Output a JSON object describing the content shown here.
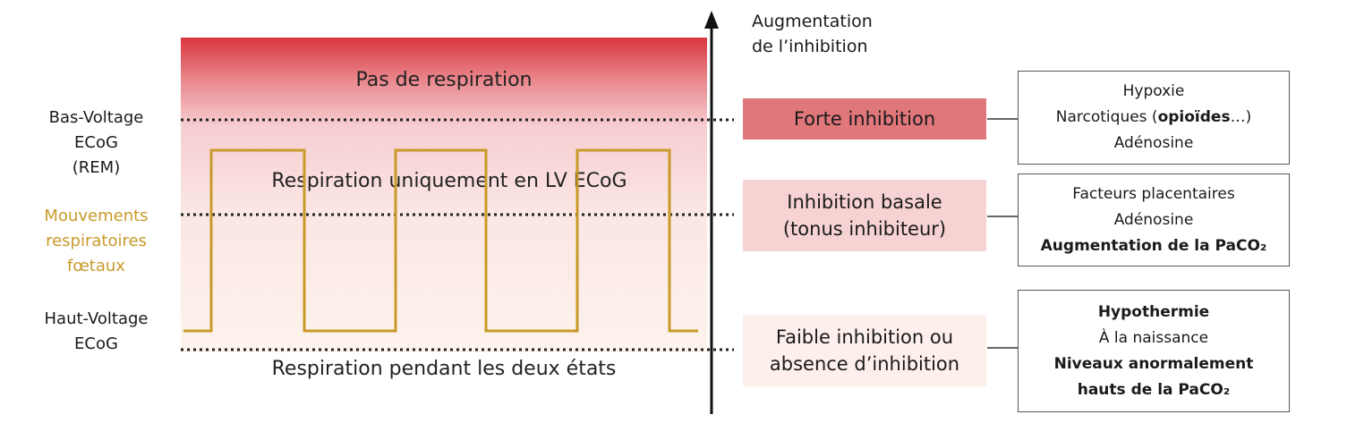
{
  "axis": {
    "label_line1": "Augmentation",
    "label_line2": "de l’inhibition"
  },
  "zones": {
    "top": "Pas de respiration",
    "middle": "Respiration uniquement en LV ECoG",
    "bottom": "Respiration pendant les deux états"
  },
  "left_labels": {
    "low_voltage": [
      "Bas-Voltage",
      "ECoG",
      "(REM)"
    ],
    "fetal": [
      "Mouvements",
      "respiratoires",
      "fœtaux"
    ],
    "high_voltage": [
      "Haut-Voltage",
      "ECoG"
    ]
  },
  "levels": [
    {
      "label_line1": "Forte inhibition",
      "label_line2": "",
      "color": "#e0777b",
      "box": [
        {
          "text": "Hypoxie",
          "bold": false
        },
        {
          "text_pre": "Narcotiques (",
          "text_bold": "opioïdes",
          "text_post": "…)"
        },
        {
          "text": "Adénosine",
          "bold": false
        }
      ]
    },
    {
      "label_line1": "Inhibition basale",
      "label_line2": "(tonus inhibiteur)",
      "color": "#f6d3d2",
      "box": [
        {
          "text": "Facteurs placentaires",
          "bold": false
        },
        {
          "text": "Adénosine",
          "bold": false
        },
        {
          "text": "Augmentation de la PaCO₂",
          "bold": true
        }
      ]
    },
    {
      "label_line1": "Faible inhibition ou",
      "label_line2": "absence d’inhibition",
      "color": "#fdf0ec",
      "box": [
        {
          "text": "Hypothermie",
          "bold": true
        },
        {
          "text": "À la naissance",
          "bold": false
        },
        {
          "text": "Niveaux anormalement",
          "bold": true
        },
        {
          "text": "hauts de la PaCO₂",
          "bold": true
        }
      ]
    }
  ],
  "colors": {
    "wave": "#c89a2a",
    "axis": "#111111",
    "fetal_label": "#c89a2a"
  }
}
